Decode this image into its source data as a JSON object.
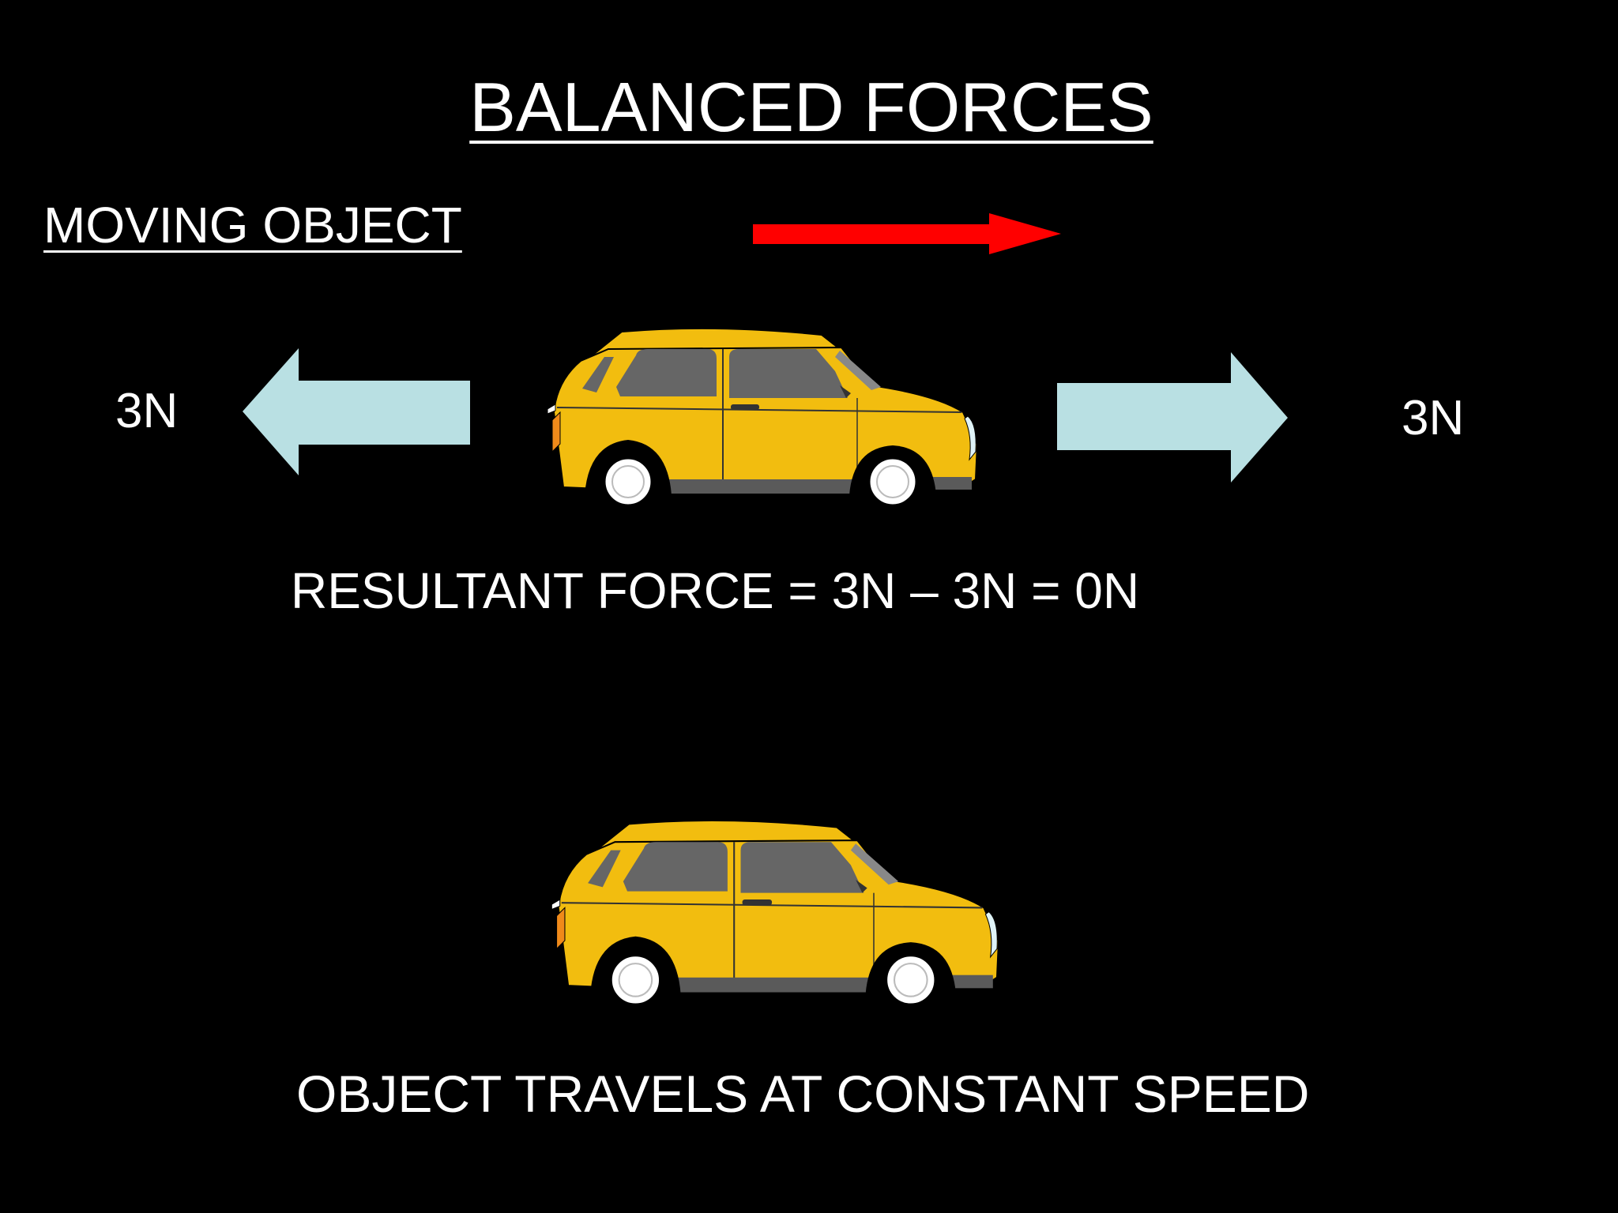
{
  "title": "BALANCED FORCES",
  "subtitle": "MOVING OBJECT",
  "forces": {
    "left_label": "3N",
    "right_label": "3N"
  },
  "equation": "RESULTANT FORCE = 3N – 3N = 0N",
  "conclusion": "OBJECT TRAVELS AT CONSTANT SPEED",
  "colors": {
    "background": "#000000",
    "text": "#ffffff",
    "motion_arrow": "#ff0000",
    "force_arrow": "#b9e0e3",
    "car_body": "#f2bd0f",
    "car_window": "#666666"
  },
  "icons": {
    "motion_direction": "right-arrow-icon",
    "force_arrows": "block-arrow-icon",
    "vehicle": "car-icon"
  }
}
